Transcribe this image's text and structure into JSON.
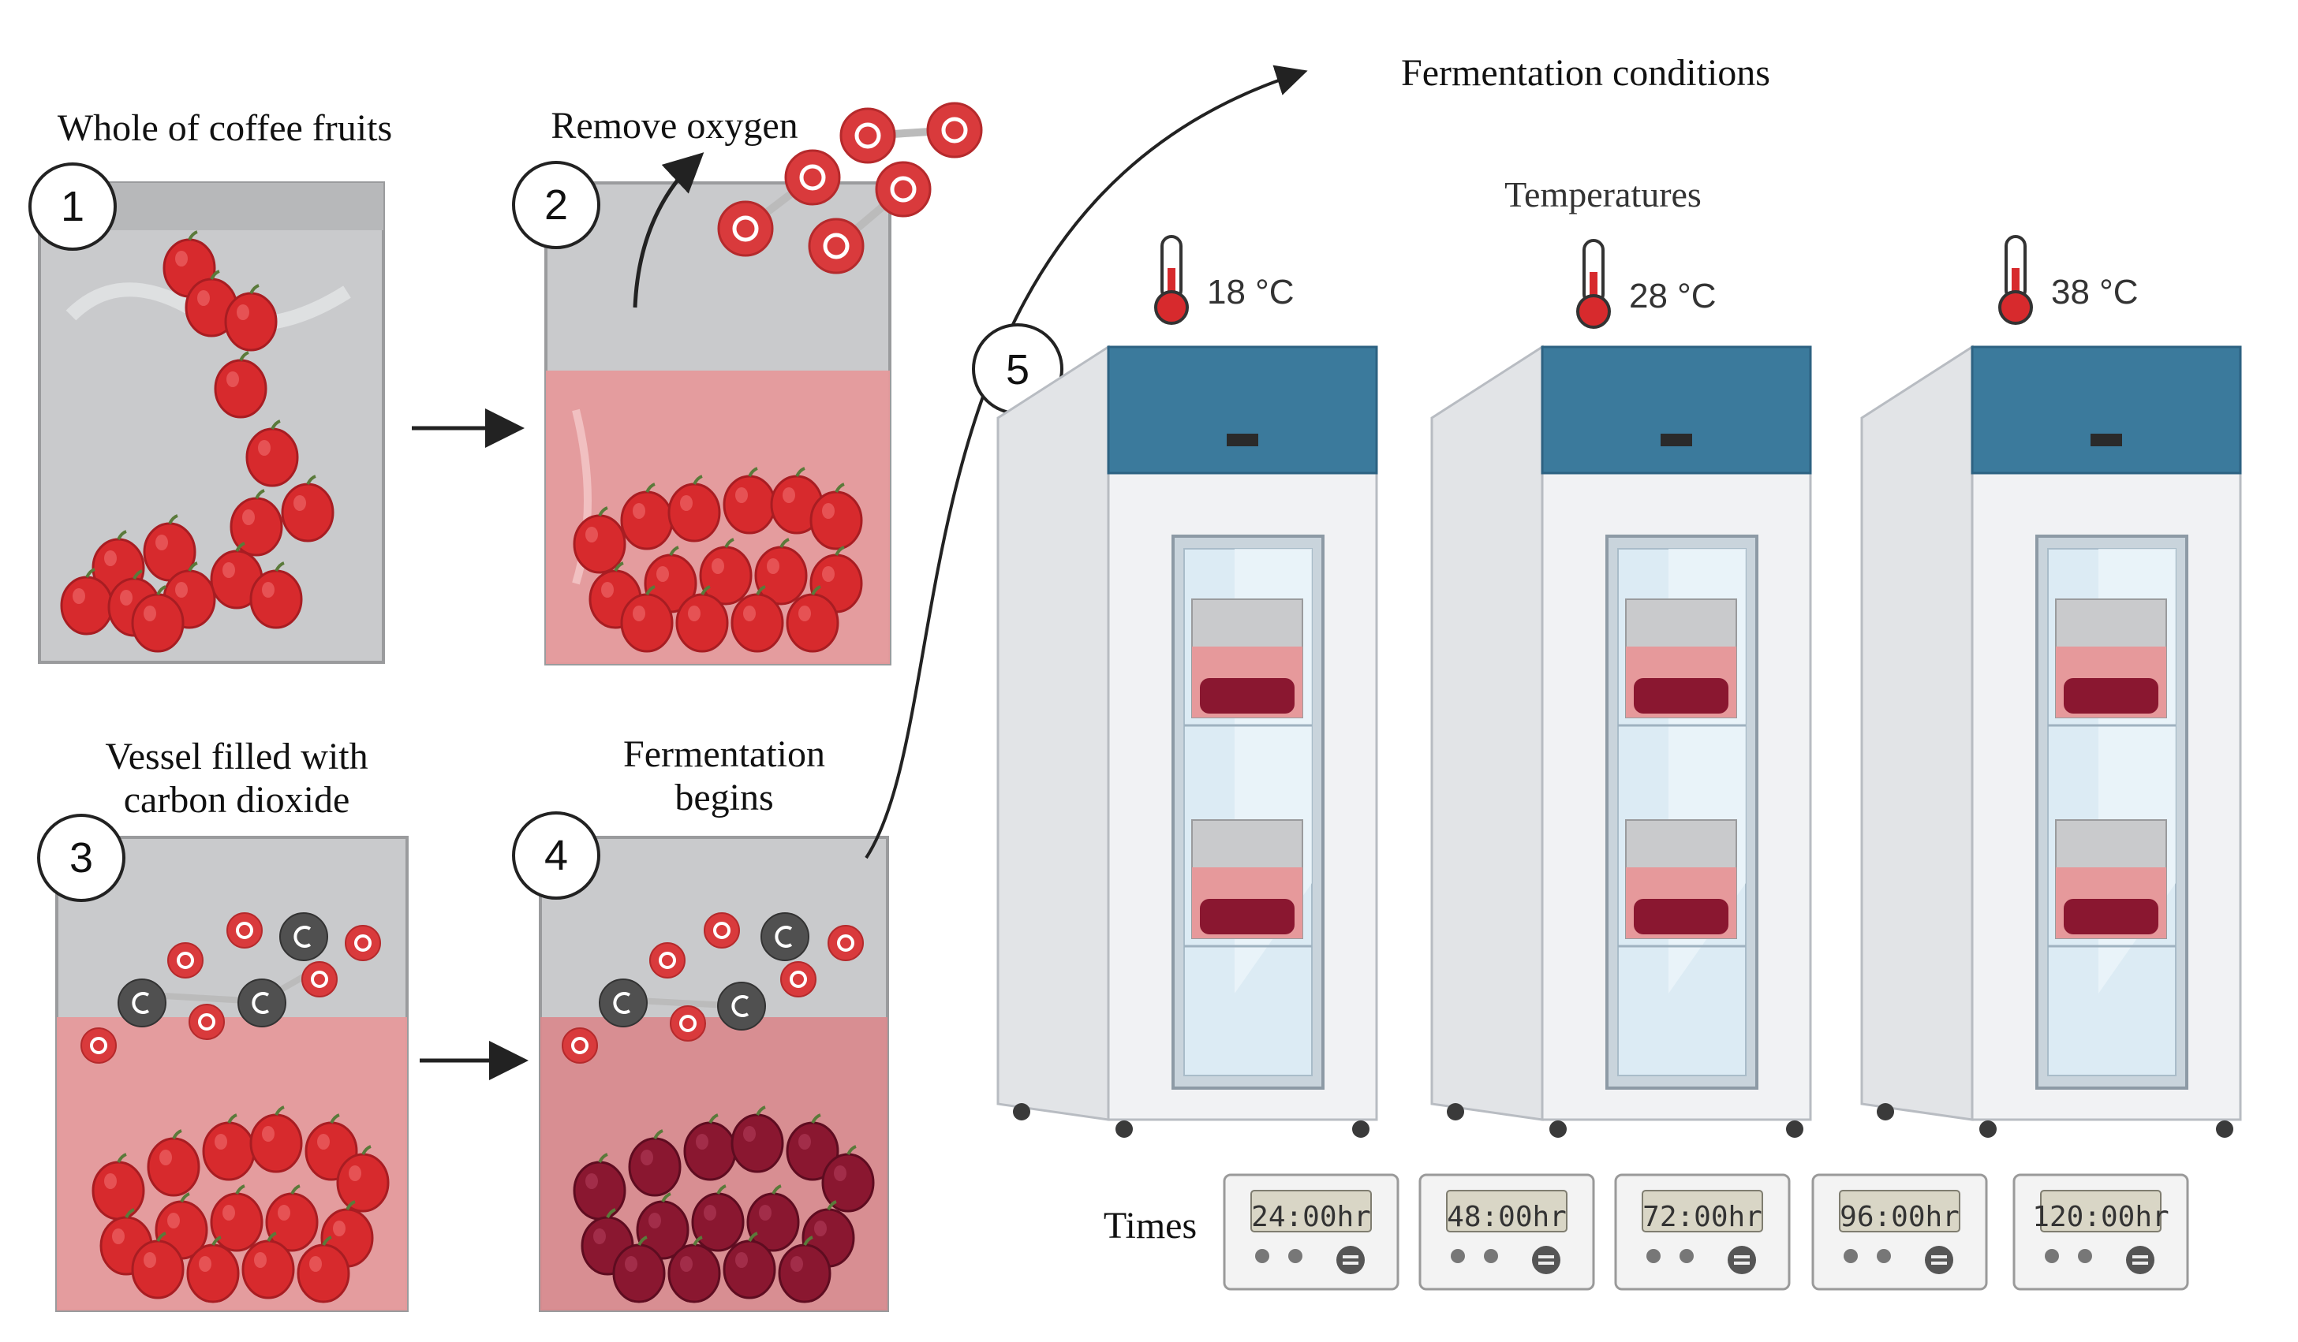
{
  "colors": {
    "bag_gray": "#c9cacc",
    "bag_liquid": "#e6999b",
    "cherry_red": "#d72a2d",
    "cherry_fermented": "#8a1730",
    "oxygen": "#d93a3c",
    "carbon": "#505050",
    "fridge_top": "#3b7a9c",
    "fridge_body": "#e9ebee"
  },
  "steps": {
    "s1": {
      "number": "1",
      "label": "Whole of coffee fruits"
    },
    "s2": {
      "number": "2",
      "label": "Remove oxygen"
    },
    "s3": {
      "number": "3",
      "label_line1": "Vessel filled with",
      "label_line2": "carbon dioxide"
    },
    "s4": {
      "number": "4",
      "label_line1": "Fermentation",
      "label_line2": "begins"
    },
    "s5": {
      "number": "5"
    }
  },
  "conditions": {
    "title": "Fermentation conditions",
    "temperatures_label": "Temperatures",
    "temperatures": [
      "18 °C",
      "28 °C",
      "38 °C"
    ],
    "times_label": "Times",
    "times": [
      "24:00hr",
      "48:00hr",
      "72:00hr",
      "96:00hr",
      "120:00hr"
    ]
  }
}
